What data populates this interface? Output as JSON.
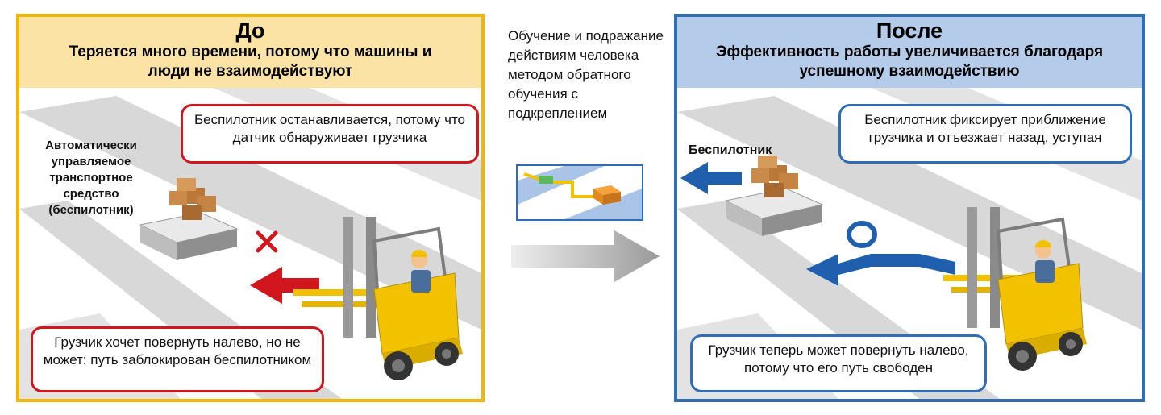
{
  "before": {
    "title": "До",
    "subtitle": "Теряется много времени, потому что машины и люди не взаимодействуют",
    "agv_label": "Автоматически управляемое транспортное средство (беспилотник)",
    "callout_agv": "Беспилотник останавливается, потому что датчик обнаруживает грузчика",
    "callout_forklift": "Грузчик хочет повернуть налево, но не может: путь заблокирован беспилотником",
    "stop_mark": "✕"
  },
  "middle": {
    "text": "Обучение и подражание действиям человека методом обратного обучения с подкреплением"
  },
  "after": {
    "title": "После",
    "subtitle": "Эффективность работы увеличивается благодаря успешному взаимодействию",
    "agv_label": "Беспилотник",
    "callout_agv": "Беспилотник фиксирует приближение грузчика и отъезжает назад, уступая",
    "callout_forklift": "Грузчик теперь может повернуть налево, потому что его путь свободен"
  },
  "colors": {
    "before_border": "#f2b705",
    "before_header": "#fbe3a6",
    "after_border": "#2f6eb5",
    "after_header": "#b4cbe9",
    "red_accent": "#d2161e",
    "blue_accent": "#1f5fae",
    "floor_stripe": "#cfcfcf",
    "forklift_yellow": "#f2c200"
  }
}
